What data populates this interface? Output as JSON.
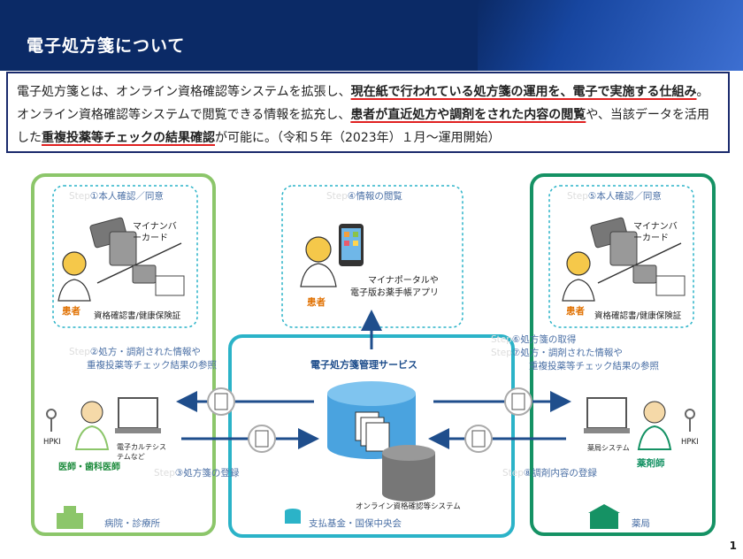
{
  "header": {
    "title": "電子処方箋について"
  },
  "summary": {
    "p1": "電子処方箋とは、オンライン資格確認等システムを拡張し、",
    "u1": "現在紙で行われている処方箋の運用を、電子で実施する仕組み",
    "p2": "。オンライン資格確認等システムで閲覧できる情報を拡充し、",
    "u2": "患者が直近処方や調剤をされた内容の閲覧",
    "p3": "や、当該データを活用した",
    "u3": "重複投薬等チェックの結果確認",
    "p4": "が可能に。（令和５年（2023年）１月～運用開始）"
  },
  "step_prefix": "Step",
  "left_panel": {
    "step1": "①本人確認／同意",
    "mynumber_card": "マイナンバーカード",
    "insurance_card": "資格確認書/健康保険証",
    "patient": "患者",
    "step2_line1": "②処方・調剤された情報や",
    "step2_line2": "重複投薬等チェック結果の参照",
    "hpki": "HPKI",
    "ekarte": "電子カルテシステムなど",
    "doctor": "医師・歯科医師",
    "step3": "③処方箋の登録",
    "facility": "病院・診療所"
  },
  "top_panel": {
    "step4": "④情報の閲覧",
    "portal_line1": "マイナポータルや",
    "portal_line2": "電子版お薬手帳アプリ",
    "patient": "患者"
  },
  "center": {
    "service": "電子処方箋管理サービス",
    "onshi": "オンライン資格確認等システム",
    "org": "支払基金・国保中央会"
  },
  "right_panel": {
    "step5": "⑤本人確認／同意",
    "mynumber_card": "マイナンバーカード",
    "insurance_card": "資格確認書/健康保険証",
    "patient": "患者",
    "step6": "⑥処方箋の取得",
    "step7_line1": "⑦処方・調剤された情報や",
    "step7_line2": "重複投薬等チェック結果の参照",
    "pharmacy_system": "薬局システム",
    "hpki": "HPKI",
    "pharmacist": "薬剤師",
    "step8": "⑧調剤内容の登録",
    "facility": "薬局"
  },
  "page_number": "1",
  "colors": {
    "header": "#0b2a66",
    "green": "#8cc66a",
    "teal": "#2bb3c8",
    "darkgreen": "#159264",
    "arrow": "#1f4e8c",
    "step": "#4a6fa5"
  }
}
